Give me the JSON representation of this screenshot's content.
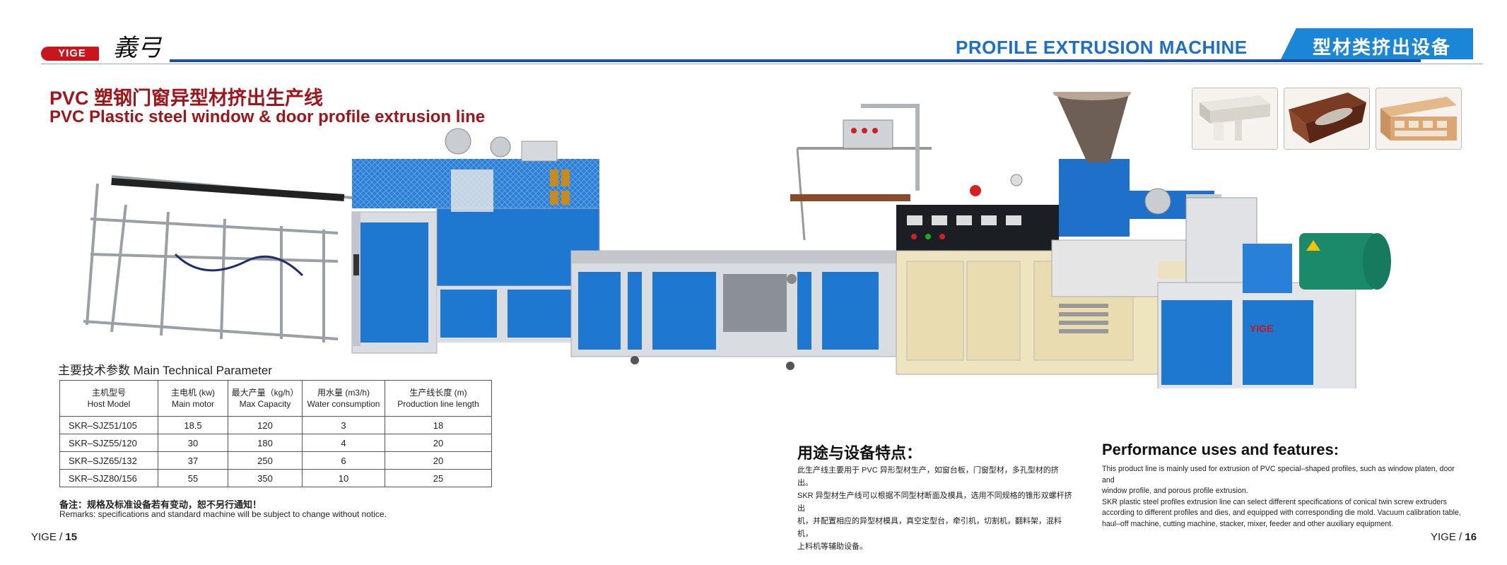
{
  "header": {
    "logo_text": "YIGE",
    "logo_glyph": "義弓",
    "title": "PROFILE EXTRUSION MACHINE",
    "tab": "型材类挤出设备",
    "accent_color": "#1c86d6",
    "rule_color": "#1d4ea1"
  },
  "product": {
    "title_cn": "PVC 塑钢门窗异型材挤出生产线",
    "title_en": "PVC Plastic steel window & door profile extrusion line",
    "title_color": "#a0141a"
  },
  "parameters": {
    "heading": "主要技术参数 Main Technical Parameter",
    "columns": [
      {
        "cn": "主机型号",
        "en": "Host Model"
      },
      {
        "cn": "主电机 (kw)",
        "en": "Main motor"
      },
      {
        "cn": "最大产量（kg/h）",
        "en": "Max Capacity"
      },
      {
        "cn": "用水量 (m3/h)",
        "en": "Water consumption"
      },
      {
        "cn": "生产线长度 (m)",
        "en": "Production line length"
      }
    ],
    "rows": [
      [
        "SKR–SJZ51/105",
        "18.5",
        "120",
        "3",
        "18"
      ],
      [
        "SKR–SJZ55/120",
        "30",
        "180",
        "4",
        "20"
      ],
      [
        "SKR–SJZ65/132",
        "37",
        "250",
        "6",
        "20"
      ],
      [
        "SKR–SJZ80/156",
        "55",
        "350",
        "10",
        "25"
      ]
    ],
    "remark_cn": "备注：规格及标准设备若有变动，恕不另行通知！",
    "remark_en": "Remarks: specifications and standard machine will be subject to change without notice."
  },
  "uses_cn": {
    "title": "用途与设备特点：",
    "lines": [
      "此生产线主要用于 PVC 异形型材生产，如窗台板，门窗型材，多孔型材的挤出。",
      "SKR 异型材生产线可以根据不同型材断面及模具，选用不同规格的锥形双螺杆挤出",
      "机，并配置相应的异型材模具，真空定型台，牵引机，切割机，翻料架，混料机，",
      "上料机等辅助设备。"
    ]
  },
  "uses_en": {
    "title": "Performance uses and features:",
    "lines": [
      "This product line is mainly used for extrusion of PVC special–shaped profiles, such as window platen, door and",
      "window profile, and porous profile extrusion.",
      "SKR plastic steel profiles extrusion line can select different specifications of conical twin screw extruders",
      "according to different profiles and dies, and equipped with corresponding die mold. Vacuum calibration table,",
      "haul–off machine, cutting machine, stacker, mixer, feeder and other auxiliary equipment."
    ]
  },
  "footer": {
    "left_brand": "YIGE / ",
    "left_page": "15",
    "right_brand": "YIGE / ",
    "right_page": "16"
  },
  "machine_label": "YIGE"
}
